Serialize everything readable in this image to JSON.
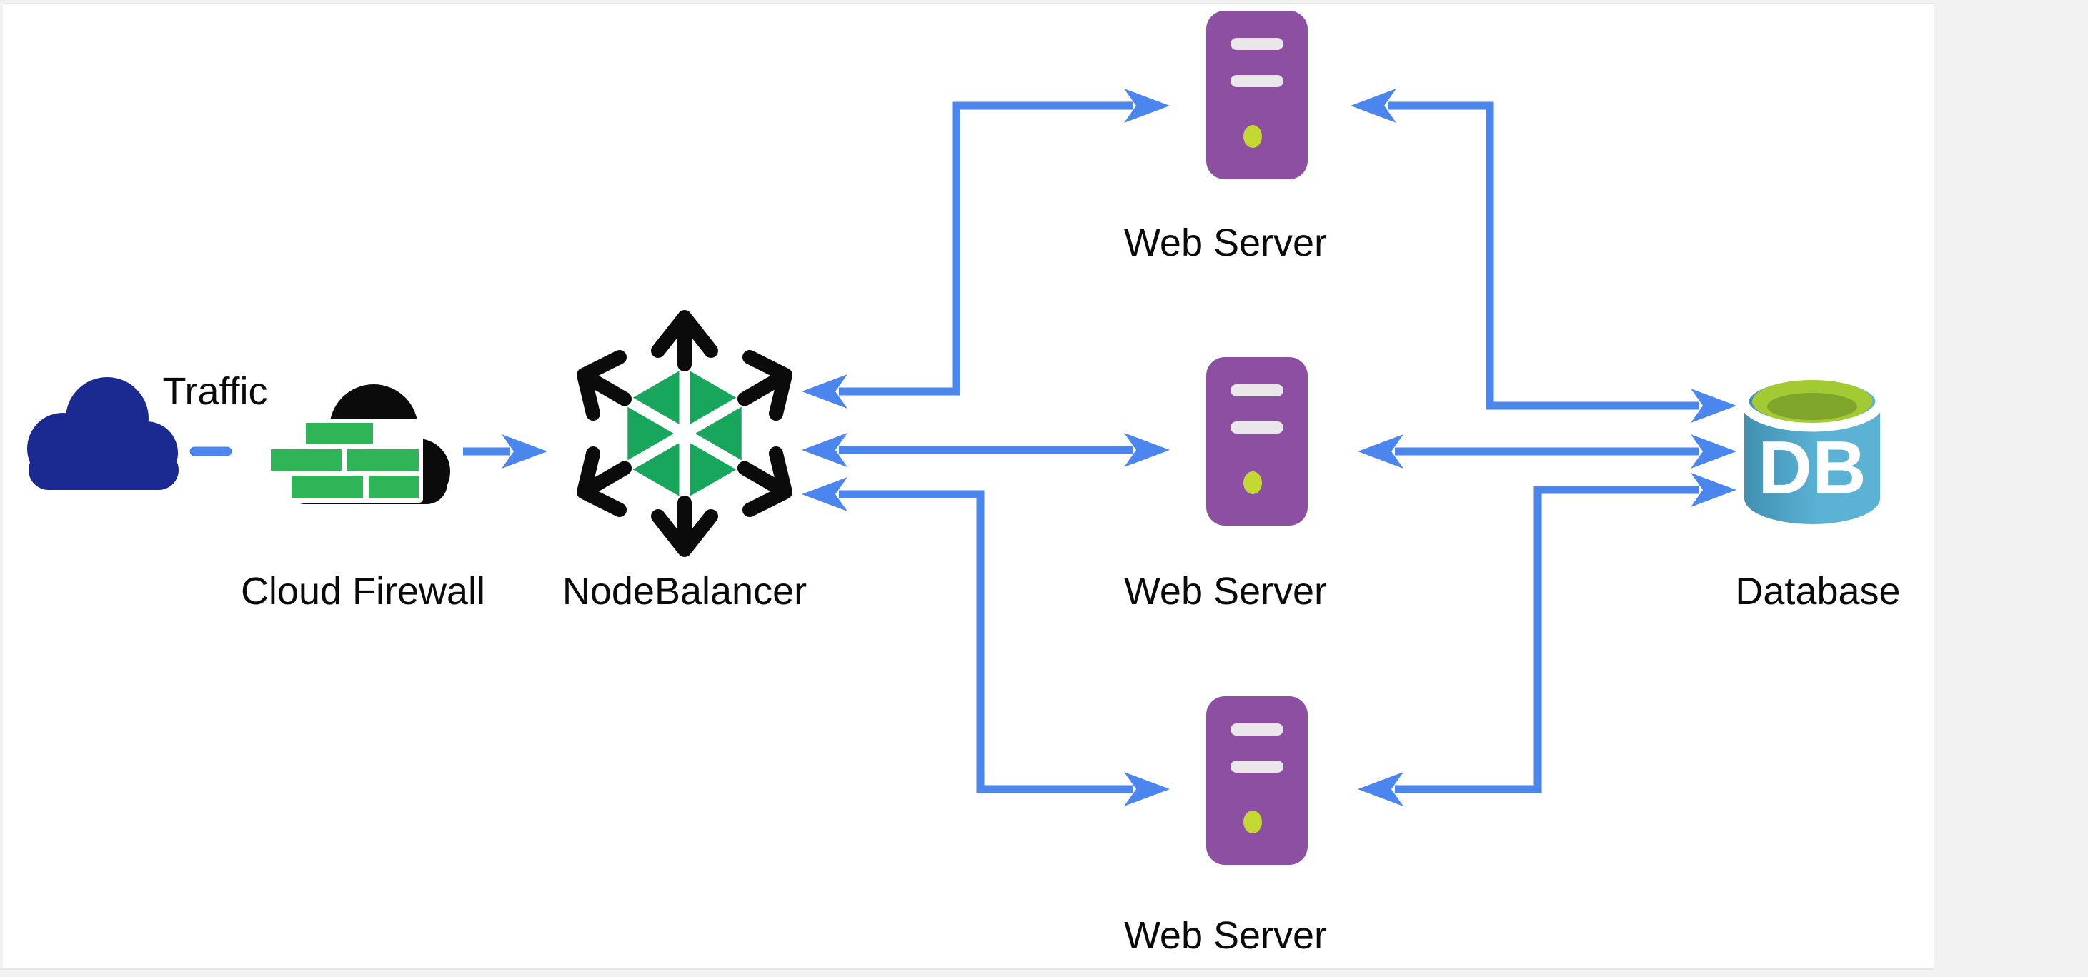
{
  "colors": {
    "canvas_white": "#ffffff",
    "panel_gray": "#f2f2f2",
    "edge_line": "#e6e6e6",
    "arrow_blue": "#4A86EE",
    "navy_cloud": "#1B2A90",
    "firewall_black": "#0B0B0B",
    "brick_green": "#2FB457",
    "balancer_green": "#17A65B",
    "balancer_black": "#0B0B0B",
    "server_purple": "#8C4FA2",
    "server_slot": "#E9E7EA",
    "server_led": "#C3D833",
    "db_blue_dark": "#4190B1",
    "db_blue_light": "#5BB2D5",
    "db_green": "#A4CA33",
    "db_green_dark": "#7FA52B",
    "db_text_white": "#FFFFFF",
    "label_black": "#0A0A0A"
  },
  "diagram": {
    "traffic": {
      "label": "Traffic"
    },
    "firewall": {
      "label": "Cloud Firewall"
    },
    "balancer": {
      "label": "NodeBalancer"
    },
    "servers": [
      {
        "label": "Web Server"
      },
      {
        "label": "Web Server"
      },
      {
        "label": "Web Server"
      }
    ],
    "database": {
      "label": "Database",
      "icon_text": "DB"
    }
  }
}
